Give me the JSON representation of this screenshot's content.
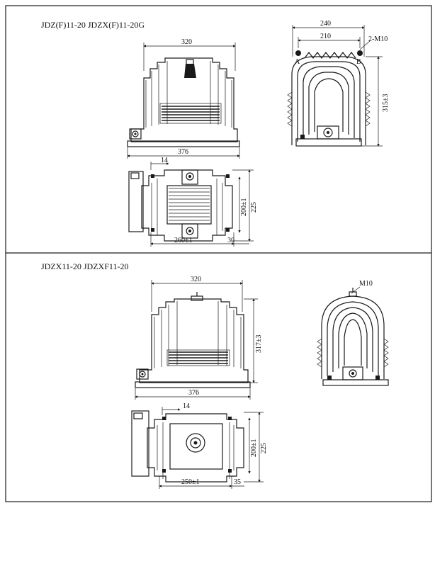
{
  "panel1": {
    "title": "JDZ(F)11-20   JDZX(F)11-20G",
    "front": {
      "width_top": "320",
      "width_base": "376"
    },
    "side": {
      "outer": "240",
      "inner": "210",
      "bolts": "2-M10",
      "height": "315±3",
      "terminal_a": "A",
      "terminal_b": "B"
    },
    "plan": {
      "offset": "14",
      "mount_depth": "200±1",
      "depth": "225",
      "mount_width": "260±1",
      "tail": "30"
    }
  },
  "panel2": {
    "title": "JDZX11-20 JDZXF11-20",
    "front": {
      "width_top": "320",
      "width_base": "376",
      "height": "317±3"
    },
    "side": {
      "bolt": "M10"
    },
    "plan": {
      "offset": "14",
      "mount_depth": "200±1",
      "depth": "225",
      "mount_width": "250±1",
      "tail": "35"
    }
  }
}
